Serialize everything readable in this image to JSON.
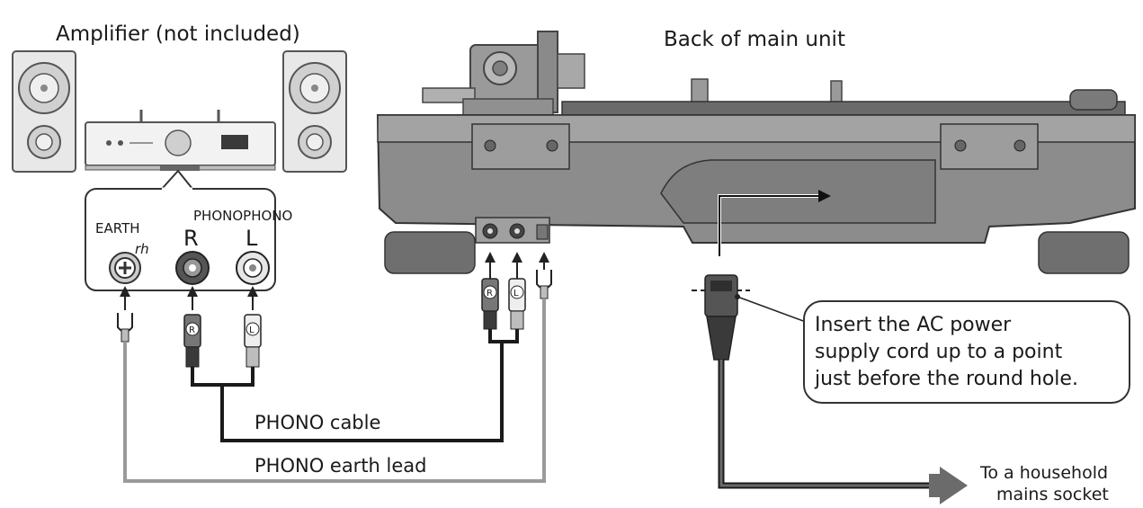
{
  "labels": {
    "amplifier": "Amplifier (not included)",
    "back_unit": "Back of main unit",
    "earth": "EARTH",
    "phono_header": "PHONOPHONO",
    "terminal_r": "R",
    "terminal_l": "L",
    "plug_r": "R",
    "plug_l": "L",
    "phono_cable": "PHONO cable",
    "phono_earth_lead": "PHONO earth lead",
    "ac_note_line1": "Insert the AC power",
    "ac_note_line2": "supply cord up to a point",
    "ac_note_line3": "just before the round hole.",
    "socket_line1": "To a household",
    "socket_line2": "mains socket"
  },
  "colors": {
    "cable": "#1a1a1a",
    "earth_lead": "#9a9a9a",
    "unit_body": "#8c8c8c",
    "unit_dark": "#5e5e5e",
    "arrow": "#6b6b6b"
  },
  "icons": {
    "earth_terminal": "earth-screw-icon",
    "rca_jack": "rca-jack-icon",
    "spade_lug": "spade-lug-icon",
    "ac_plug": "ac-plug-icon",
    "arrow": "arrow-right-icon"
  }
}
